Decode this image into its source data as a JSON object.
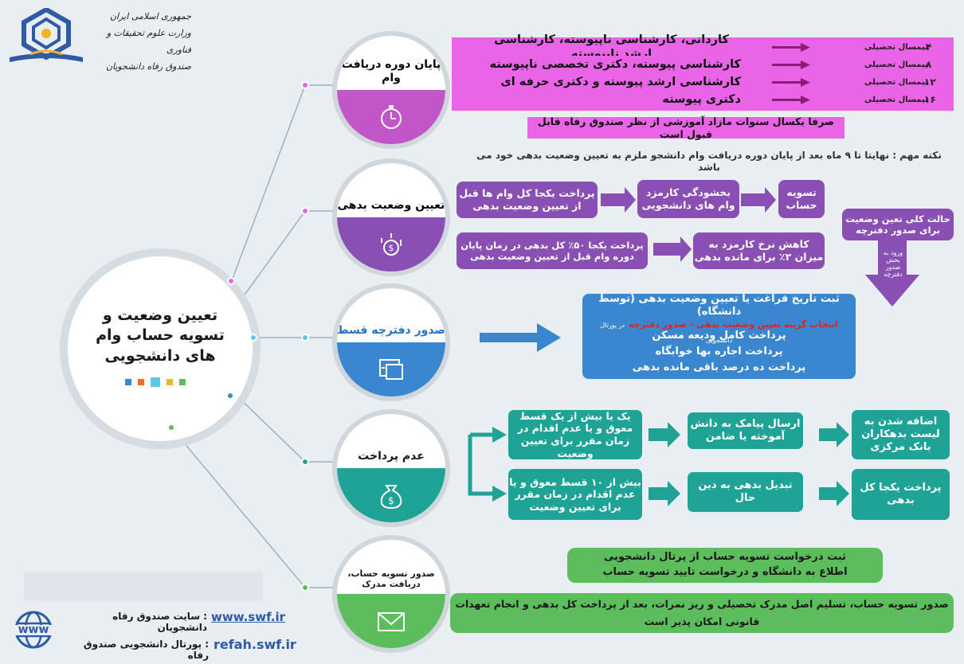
{
  "header": {
    "line1": "جمهوری اسلامی ایران",
    "line2": "وزارت علوم تحقیقات و فناوری",
    "line3": "صندوق رفاه دانشجویان"
  },
  "center": {
    "title": "تعیین وضعیت و تسویه حساب وام های دانشجویی"
  },
  "node1": {
    "title": "پایان دوره دریافت وام"
  },
  "node2": {
    "title": "تعیین وضعیت بدهی"
  },
  "node3": {
    "title": "صدور دفترچه قسط"
  },
  "node4": {
    "title": "عدم پرداخت"
  },
  "node5": {
    "title": "صدور تسویه حساب، دریافت مدرک"
  },
  "sec1": {
    "rows": [
      {
        "num": "۴",
        "unit": "نیمسال تحصیلی",
        "text": "کاردانی، کارشناسی ناپیوسته، کارشناسی ارشد ناپیوسته"
      },
      {
        "num": "۸",
        "unit": "نیمسال تحصیلی",
        "text": "کارشناسی پیوسته، دکتری تخصصی ناپیوسته"
      },
      {
        "num": "۱۲",
        "unit": "نیمسال تحصیلی",
        "text": "کارشناسی ارشد پیوسته و دکتری حرفه ای"
      },
      {
        "num": "۱۶",
        "unit": "نیمسال تحصیلی",
        "text": "دکتری پیوسته"
      }
    ],
    "note": "صرفا یکسال سنوات مازاد آموزشی از نظر صندوق رفاه قابل قبول است"
  },
  "sec2": {
    "note": "نکته مهم : نهایتا تا ۹ ماه بعد از پایان دوره دریافت وام دانشجو ملزم به تعیین وضعیت بدهی خود می باشد",
    "b1": "پرداخت یکجا کل وام ها قبل از تعیین وضعیت بدهی",
    "b2": "بخشودگی کارمزد وام های دانشجویی",
    "b3": "تسویه حساب",
    "b4": "پرداخت یکجا ۵۰٪ کل بدهی در زمان پایان دوره وام قبل از تعیین وضعیت بدهی",
    "b5": "کاهش نرخ کارمزد به میزان ۲٪ برای مانده بدهی",
    "side": "حالت کلی تعین وضعیت برای صدور دفترچه",
    "side_arrow": "ورود به بخش صدور دفترچه"
  },
  "sec3": {
    "line1": "ثبت تاریخ فراغت یا تعیین وضعیت بدهی (توسط دانشگاه)",
    "line2_red": "انتخاب گزینه تعیین وضعیت بدهی - صدور دفترچه",
    "line2_small": "در پورتال دانشجویی",
    "line3": "پرداخت کامل ودیعه مسکن",
    "line4": "پرداخت اجاره بها خوابگاه",
    "line5": "پرداخت ده درصد باقی مانده بدهی"
  },
  "sec4": {
    "a1": "یک یا بیش از یک قسط معوق و یا عدم اقدام در زمان مقرر برای تعیین وضعیت",
    "a2": "ارسال پیامک به دانش آموخته یا ضامن",
    "a3": "اضافه شدن به لیست بدهکاران بانک مرکزی",
    "b1": "بیش از ۱۰ قسط معوق و یا عدم اقدام در زمان مقرر برای تعیین وضعیت",
    "b2": "تبدیل بدهی به دین حال",
    "b3": "پرداخت یکجا کل بدهی"
  },
  "sec5": {
    "g1_line1": "ثبت درخواست تسویه حساب از پرتال دانشجویی",
    "g1_line2": "اطلاع به دانشگاه و درخواست تایید تسویه حساب",
    "g2_line1": "صدور تسویه حساب، تسلیم اصل مدرک تحصیلی و ریز نمرات، بعد از پرداخت کل بدهی و انجام تعهدات",
    "g2_line2": "قانونی امکان پذیر است"
  },
  "footer": {
    "site_url": "www.swf.ir",
    "site_label": ": سایت صندوق رفاه دانشجویان",
    "portal_url": "refah.swf.ir",
    "portal_label": ": پورتال دانشجویی صندوق رفاه",
    "globe_text": "www"
  },
  "colors": {
    "pink": "#e964e6",
    "purple": "#8a4fb3",
    "teal": "#1fa396",
    "blue": "#3a86cf",
    "green": "#5cbd5c"
  }
}
